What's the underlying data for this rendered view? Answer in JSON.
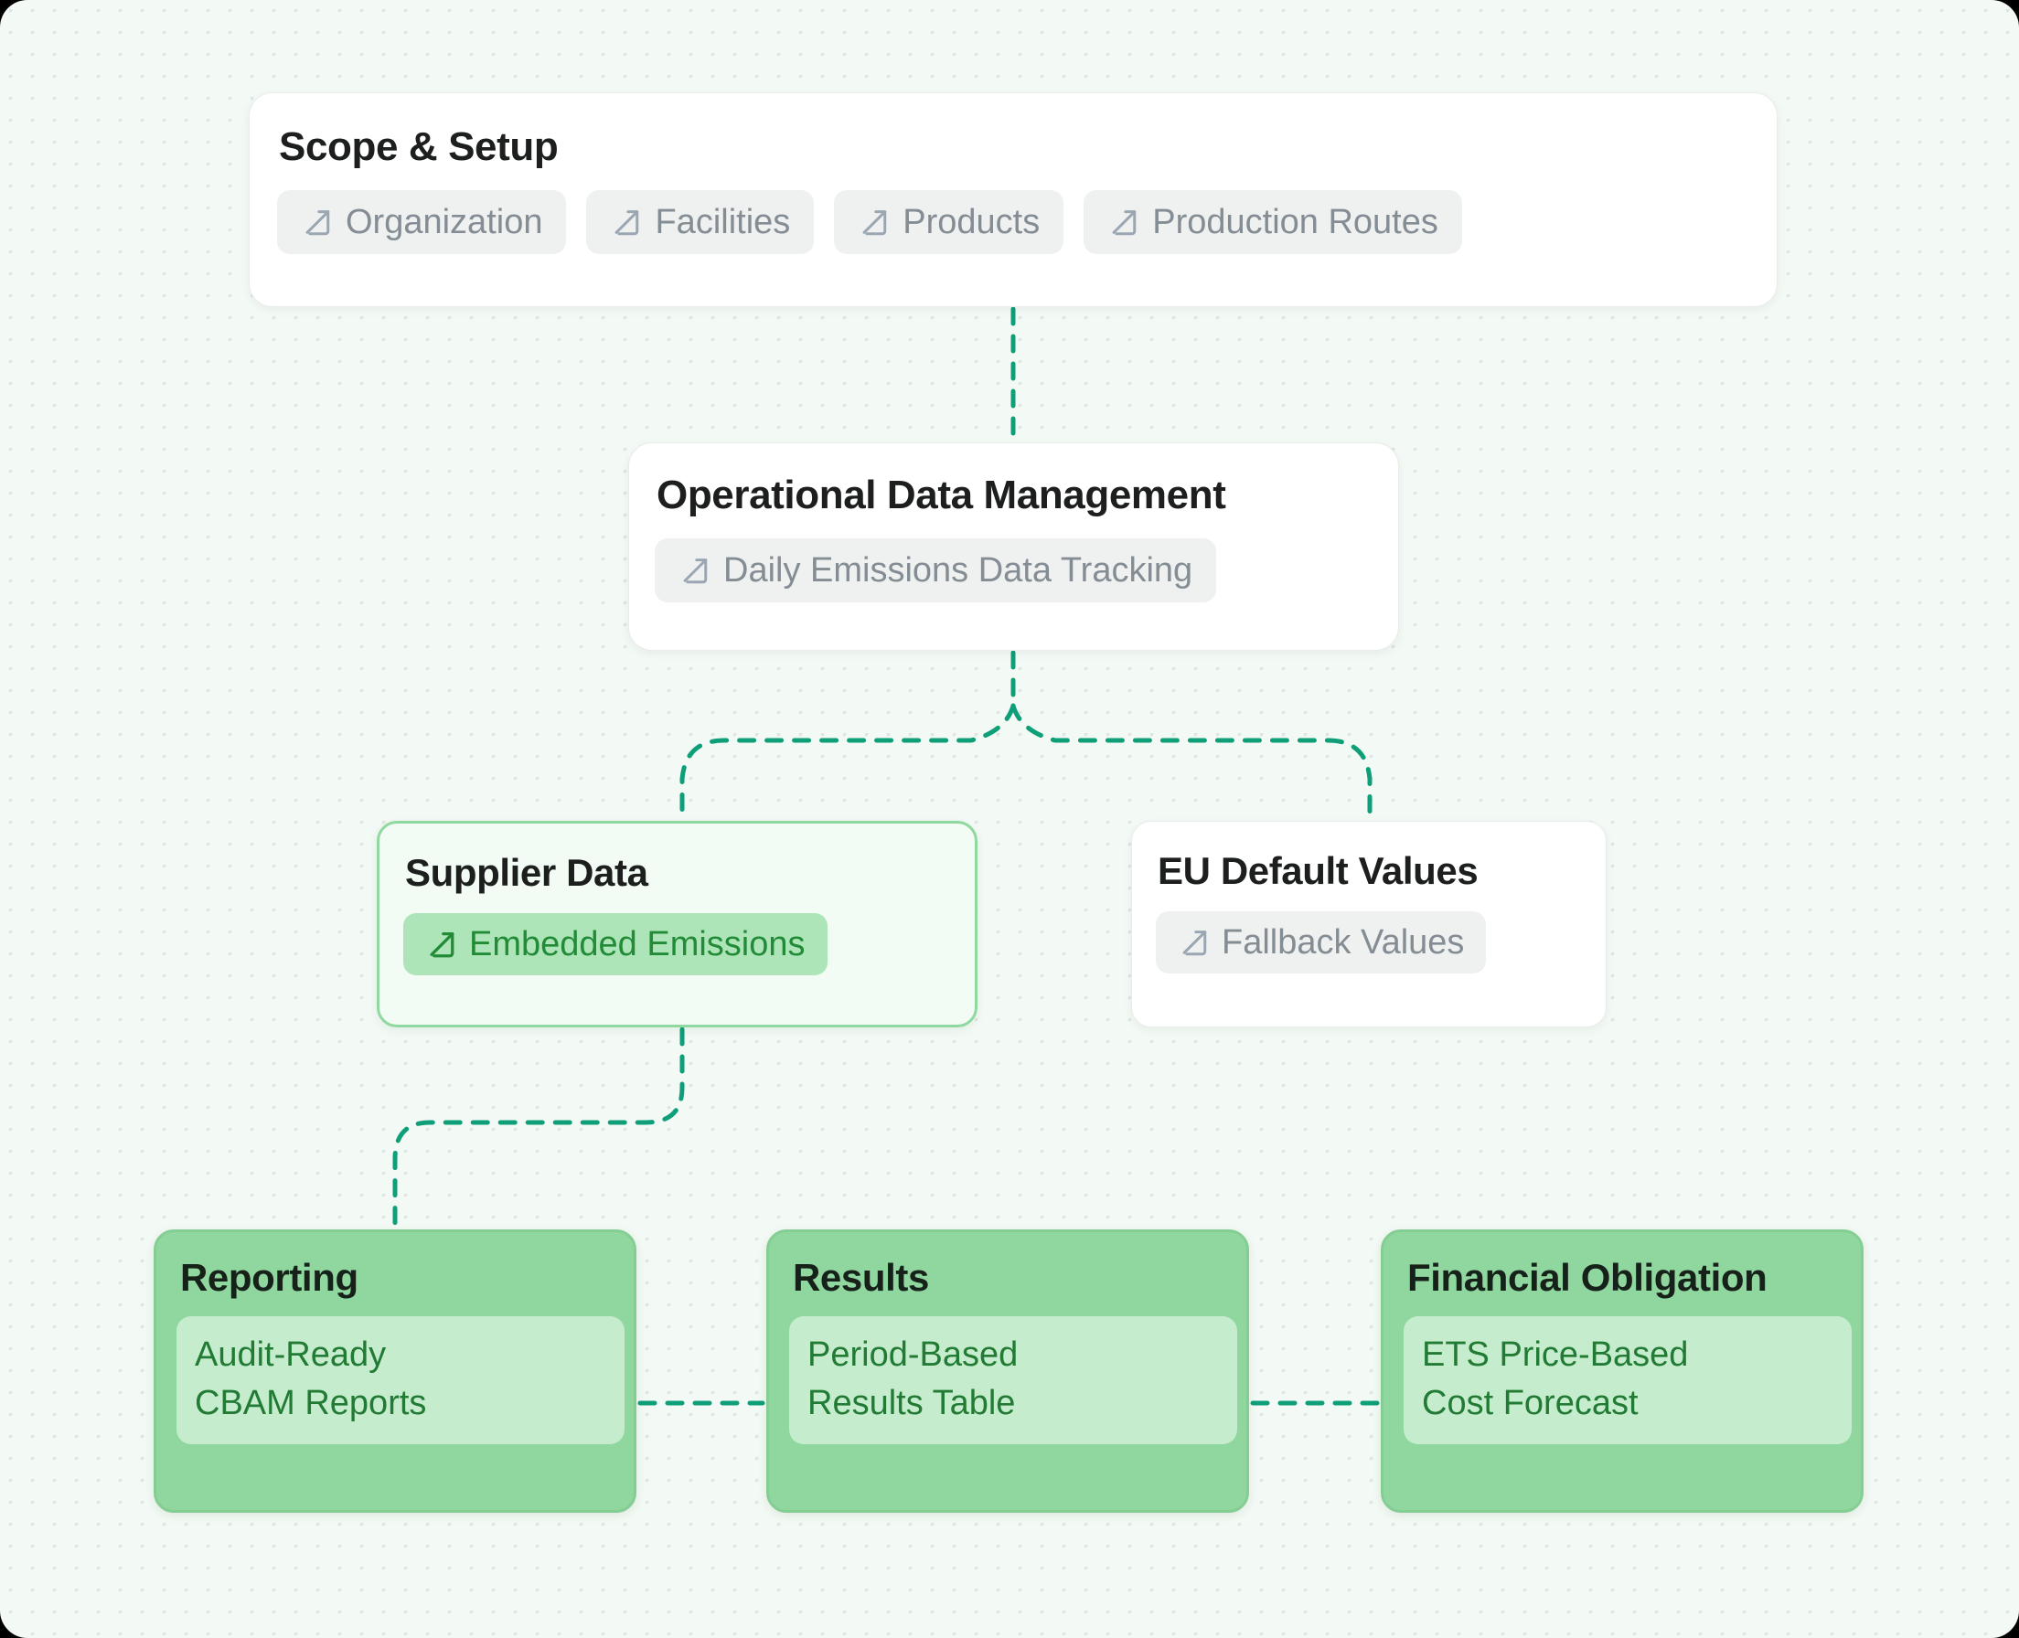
{
  "theme": {
    "canvas_bg": "#f3f9f4",
    "dot_color": "#dde4e2",
    "edge_color": "#0e9e78",
    "accent_green": "#228b37",
    "solid_card_bg": "#90d79f",
    "soft_card_bg": "#f2fbf4",
    "chip_gray": "#eff1f0",
    "chip_gray_text": "#848c94"
  },
  "diagram": {
    "type": "flowchart",
    "orientation": "top-down",
    "edge_style": "dashed-rounded",
    "nodes": [
      {
        "id": "scope",
        "title": "Scope & Setup",
        "style": "plain",
        "chips": [
          {
            "label": "Organization",
            "icon": "arrow-out-of-box-icon"
          },
          {
            "label": "Facilities",
            "icon": "arrow-out-of-box-icon"
          },
          {
            "label": "Products",
            "icon": "arrow-out-of-box-icon"
          },
          {
            "label": "Production Routes",
            "icon": "arrow-out-of-box-icon"
          }
        ]
      },
      {
        "id": "odm",
        "title": "Operational Data Management",
        "style": "plain",
        "chips": [
          {
            "label": "Daily Emissions Data Tracking",
            "icon": "arrow-out-of-box-icon"
          }
        ]
      },
      {
        "id": "supplier",
        "title": "Supplier Data",
        "style": "soft-highlight",
        "chips": [
          {
            "label": "Embedded Emissions",
            "icon": "arrow-out-of-box-icon"
          }
        ]
      },
      {
        "id": "eu",
        "title": "EU Default Values",
        "style": "plain",
        "chips": [
          {
            "label": "Fallback Values",
            "icon": "arrow-out-of-box-icon"
          }
        ]
      },
      {
        "id": "reporting",
        "title": "Reporting",
        "style": "solid",
        "chips": [
          {
            "line1": "Audit-Ready",
            "line2": "CBAM Reports"
          }
        ]
      },
      {
        "id": "results",
        "title": "Results",
        "style": "solid",
        "chips": [
          {
            "line1": "Period-Based",
            "line2": "Results Table"
          }
        ]
      },
      {
        "id": "financial",
        "title": "Financial Obligation",
        "style": "solid",
        "chips": [
          {
            "line1": "ETS Price-Based",
            "line2": "Cost Forecast"
          }
        ]
      }
    ],
    "edges": [
      {
        "from": "scope",
        "to": "odm"
      },
      {
        "from": "odm",
        "to": "supplier"
      },
      {
        "from": "odm",
        "to": "eu"
      },
      {
        "from": "supplier",
        "to": "reporting"
      },
      {
        "from": "reporting",
        "to": "results"
      },
      {
        "from": "results",
        "to": "financial"
      }
    ]
  }
}
